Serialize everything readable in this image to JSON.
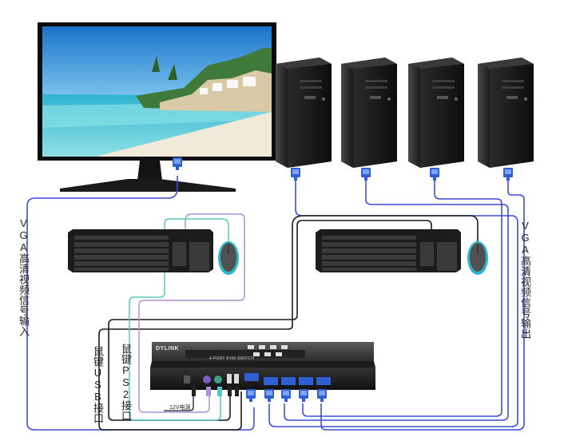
{
  "labels": {
    "vga_input": "VGA高清视频信号输入",
    "vga_output": "VGA高清视频信号输出",
    "mouse_keyboard_usb": "鼠键USB接口",
    "mouse_keyboard_ps2": "鼠键PS2接口",
    "power": "12V电源"
  },
  "device": {
    "brand": "DYLINK",
    "model": "4 PORT KVM SWITCH",
    "port_count": 4
  },
  "colors": {
    "vga_cable": "#3b4fd8",
    "usb_cable": "#1a1a1a",
    "ps2_cable_teal": "#5cc8c0",
    "ps2_cable_purple": "#a993d6",
    "accent_mouse": "#29b6c8"
  }
}
